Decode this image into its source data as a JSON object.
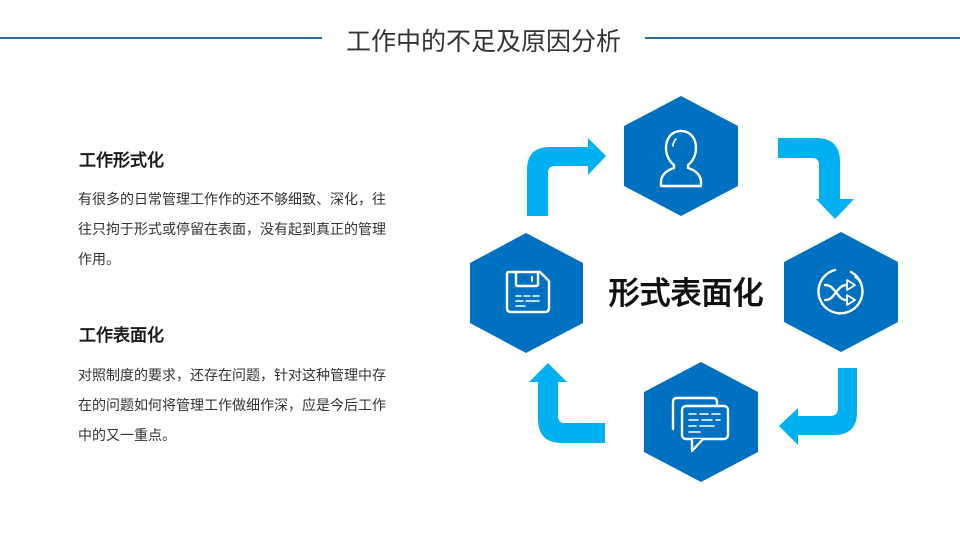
{
  "header": {
    "title": "工作中的不足及原因分析",
    "line_color": "#2b6c98"
  },
  "sections": [
    {
      "title": "工作形式化",
      "body": "有很多的日常管理工作作的还不够细致、深化，往往只拘于形式或停留在表面，没有起到真正的管理作用。"
    },
    {
      "title": "工作表面化",
      "body": "对照制度的要求，还存在问题，针对这种管理中存在的问题如何将管理工作做细作深，应是今后工作中的又一重点。"
    }
  ],
  "cycle": {
    "center_label": "形式表面化",
    "hex_color": "#0070c0",
    "arrow_color": "#00b0f0",
    "nodes": [
      {
        "position": "top",
        "icon": "user-icon"
      },
      {
        "position": "right",
        "icon": "shuffle-icon"
      },
      {
        "position": "bottom",
        "icon": "chat-icon"
      },
      {
        "position": "left",
        "icon": "floppy-disk-icon"
      }
    ]
  }
}
